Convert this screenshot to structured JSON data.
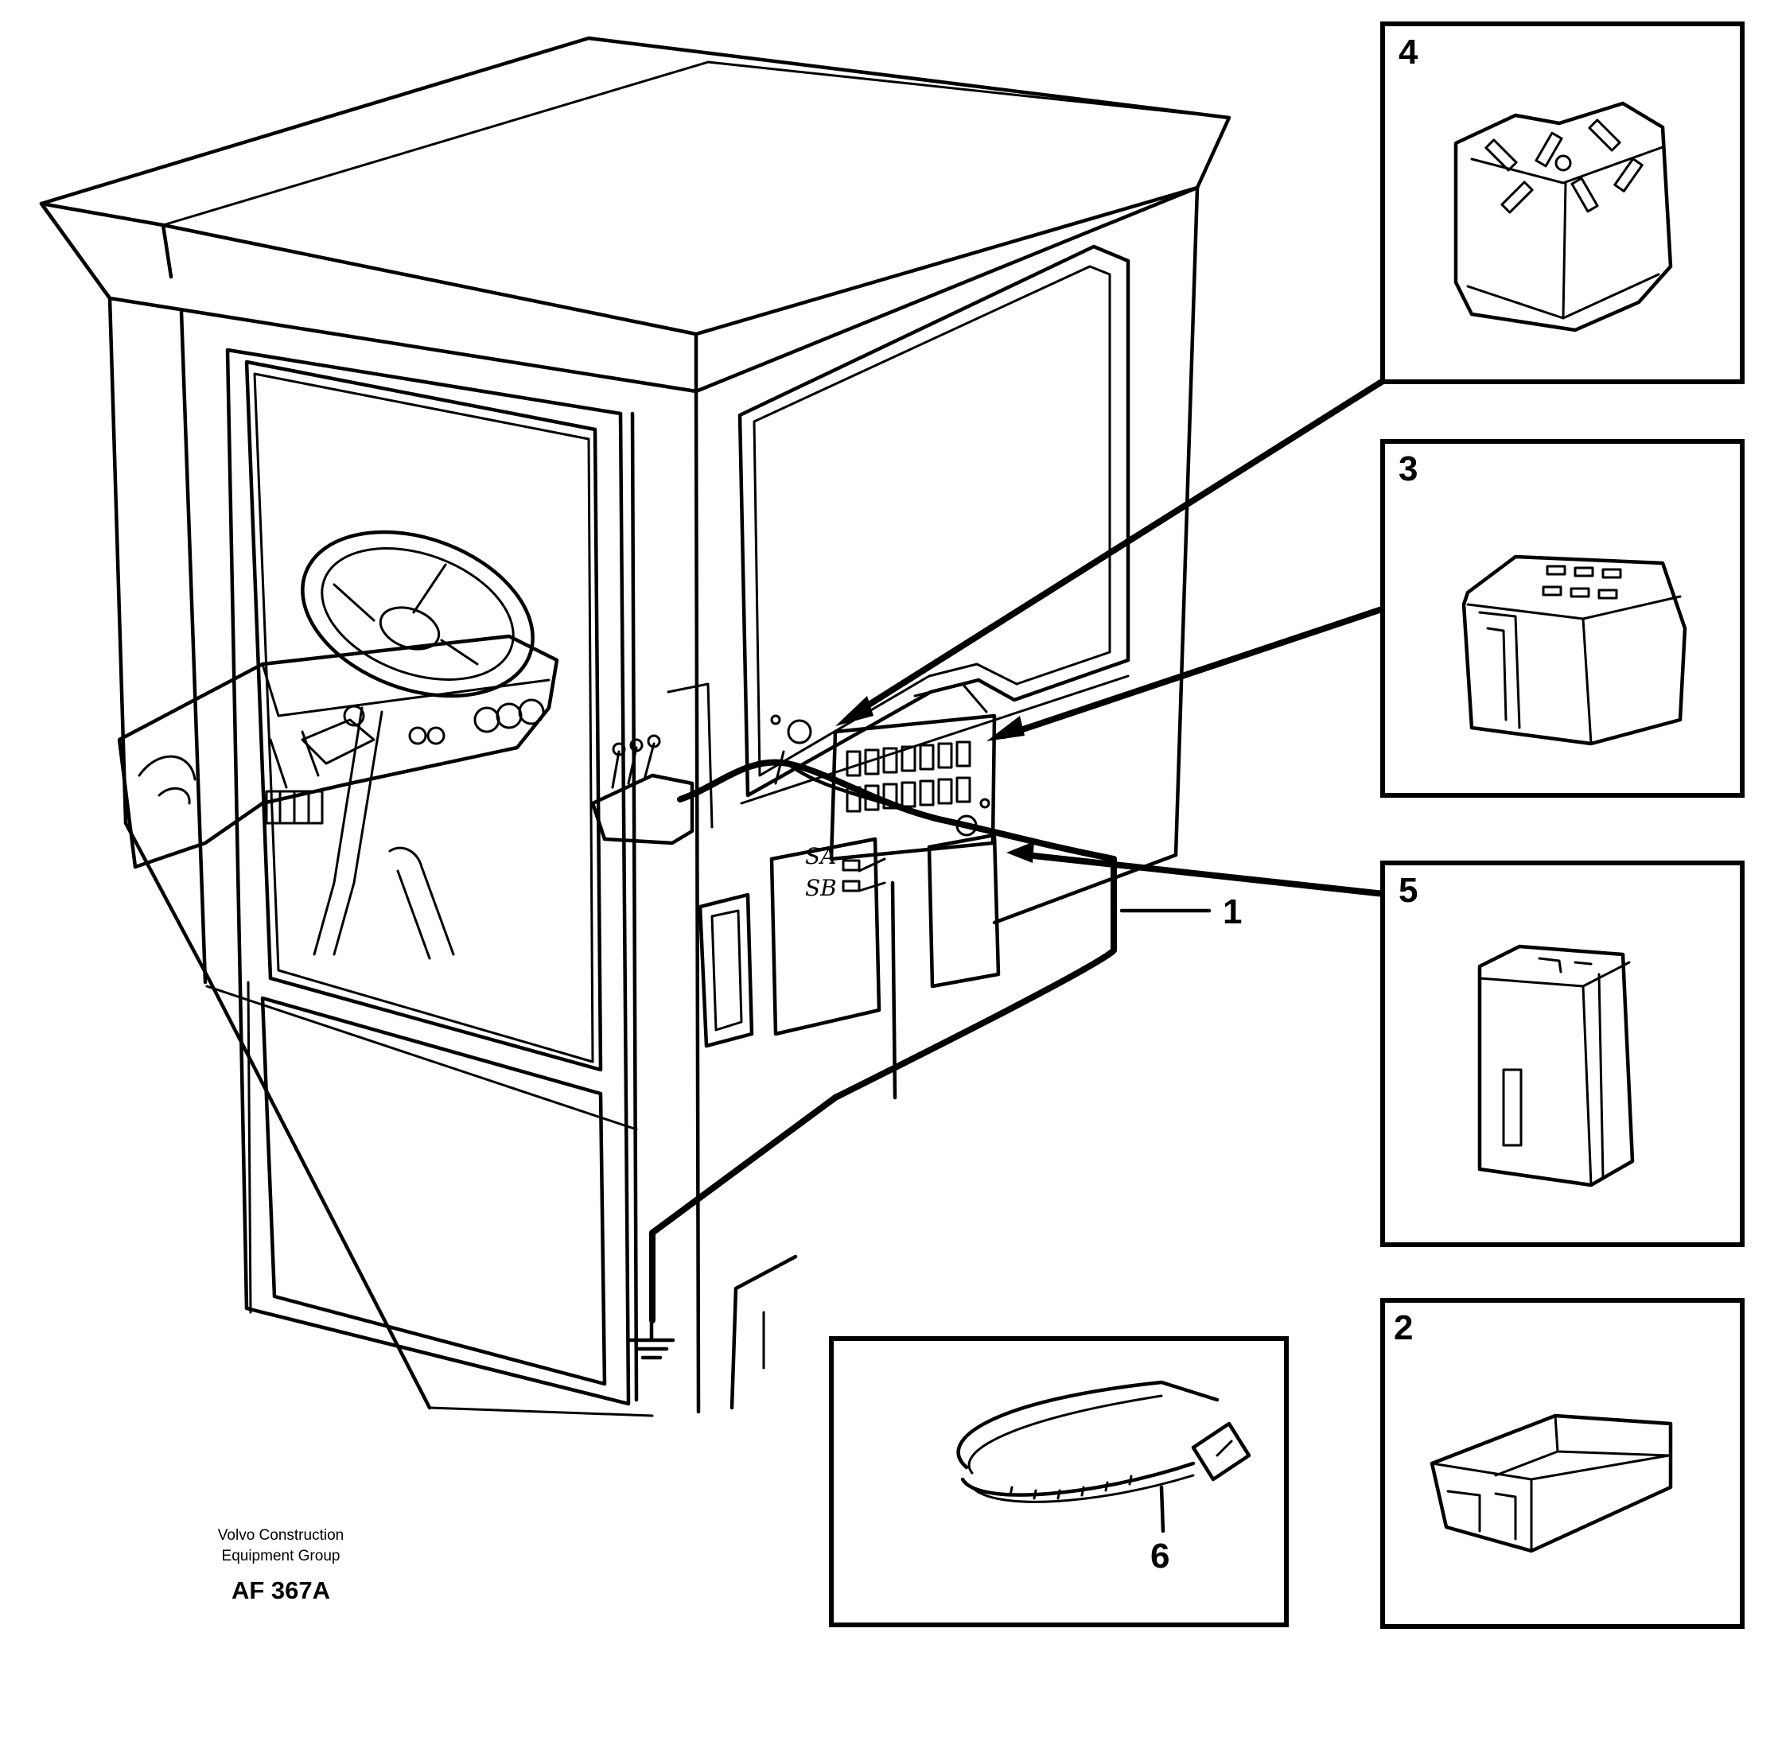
{
  "callouts": {
    "c1": "1",
    "c2": "2",
    "c3": "3",
    "c4": "4",
    "c5": "5",
    "c6": "6"
  },
  "panel_labels": {
    "sa": "SA",
    "sb": "SB"
  },
  "caption": {
    "line1": "Volvo Construction",
    "line2": "Equipment Group",
    "code": "AF 367A"
  }
}
